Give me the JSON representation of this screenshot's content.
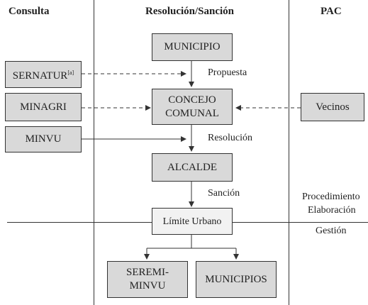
{
  "columns": {
    "consulta": "Consulta",
    "resolucion": "Resolución/Sanción",
    "pac": "PAC"
  },
  "nodes": {
    "municipio": "MUNICIPIO",
    "sernatur": "SERNATUR",
    "sernatur_sup": "[a]",
    "minagri": "MINAGRI",
    "minvu": "MINVU",
    "concejo_line1": "CONCEJO",
    "concejo_line2": "COMUNAL",
    "vecinos": "Vecinos",
    "alcalde": "ALCALDE",
    "limite": "Límite Urbano",
    "seremi_line1": "SEREMI-",
    "seremi_line2": "MINVU",
    "municipios": "MUNICIPIOS"
  },
  "labels": {
    "propuesta": "Propuesta",
    "resolucion": "Resolución",
    "sancion": "Sanción",
    "procedimiento": "Procedimiento",
    "elaboracion": "Elaboración",
    "gestion": "Gestión"
  }
}
